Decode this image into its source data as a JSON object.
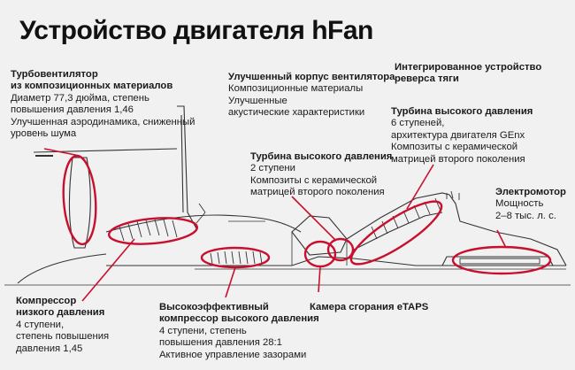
{
  "title": "Устройство двигателя hFan",
  "colors": {
    "background": "#f1f1f1",
    "outline": "#333333",
    "highlight": "#c8102e"
  },
  "callouts": [
    {
      "id": "fan",
      "heading": [
        "Турбовентилятор",
        "из композиционных материалов"
      ],
      "lines": [
        "Диаметр 77,3 дюйма, степень",
        "повышения давления 1,46",
        "Улучшенная аэродинамика, сниженный",
        "уровень шума"
      ]
    },
    {
      "id": "casing",
      "heading": [
        "Улучшенный корпус вентилятора"
      ],
      "lines": [
        "Композиционные материалы",
        "Улучшенные",
        "акустические характеристики"
      ]
    },
    {
      "id": "reverser",
      "heading": [
        "Интегрированное устройство",
        "реверса тяги"
      ],
      "lines": []
    },
    {
      "id": "lpt",
      "heading": [
        "Турбина высокого давления"
      ],
      "lines": [
        "6 ступеней,",
        "архитектура двигателя GEnx",
        "Композиты с керамической",
        "матрицей второго поколения"
      ]
    },
    {
      "id": "hpt",
      "heading": [
        "Турбина высокого давления"
      ],
      "lines": [
        "2 ступени",
        "Композиты с керамической",
        "матрицей второго поколения"
      ]
    },
    {
      "id": "motor",
      "heading": [
        "Электромотор"
      ],
      "lines": [
        "Мощность",
        "2–8 тыс. л. с."
      ]
    },
    {
      "id": "lpc",
      "heading": [
        "Компрессор",
        "низкого давления"
      ],
      "lines": [
        "4 ступени,",
        "степень повышения",
        "давления 1,45"
      ]
    },
    {
      "id": "hpc",
      "heading": [
        "Высокоэффективный",
        "компрессор высокого давления"
      ],
      "lines": [
        "4 ступени, степень",
        "повышения давления 28:1",
        "Активное управление зазорами"
      ]
    },
    {
      "id": "combustor",
      "heading": [
        "Камера сгорания eTAPS"
      ],
      "lines": []
    }
  ]
}
